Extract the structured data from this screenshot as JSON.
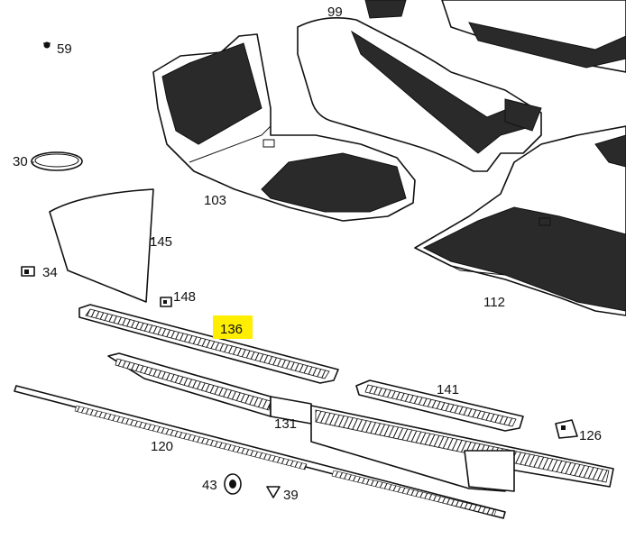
{
  "parts": {
    "p59": "59",
    "p99": "99",
    "p30": "30",
    "p103": "103",
    "p145": "145",
    "p34": "34",
    "p148": "148",
    "p112": "112",
    "p136": "136",
    "p141": "141",
    "p131": "131",
    "p126": "126",
    "p120": "120",
    "p43": "43",
    "p39": "39"
  },
  "highlighted_part": "136",
  "colors": {
    "highlight": "#ffee00",
    "line": "#111111",
    "background": "#ffffff"
  }
}
